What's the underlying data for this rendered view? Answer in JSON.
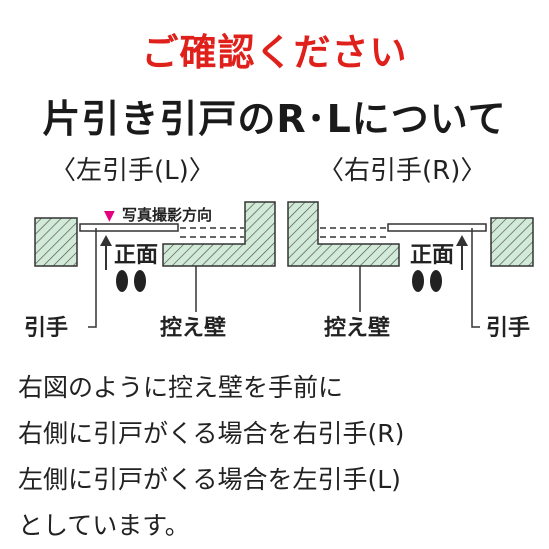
{
  "notice": "ご確認ください",
  "heading": "片引き引戸のR･Lについて",
  "left_title": "〈左引手(L)〉",
  "right_title": "〈右引手(R)〉",
  "diagram": {
    "direction_label": "写真撮影方向",
    "direction_marker": "▼",
    "front_label": "正面",
    "pull_label": "引手",
    "wall_label": "控え壁",
    "colors": {
      "wall_fill": "#d2ead8",
      "marker": "#e4007f",
      "notice": "#e0201b"
    }
  },
  "description": [
    "右図のように控え壁を手前に",
    "右側に引戸がくる場合を右引手(R)",
    "左側に引戸がくる場合を左引手(L)",
    "としています。"
  ]
}
